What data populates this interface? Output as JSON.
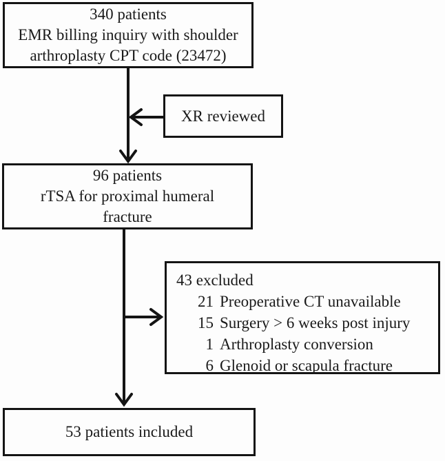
{
  "flowchart": {
    "box_top": {
      "lines": [
        "340 patients",
        "EMR billing inquiry with shoulder",
        "arthroplasty CPT code (23472)"
      ]
    },
    "box_xr": {
      "label": "XR reviewed"
    },
    "box_rtsa": {
      "lines": [
        "96 patients",
        "rTSA for proximal humeral",
        "fracture"
      ]
    },
    "box_excluded": {
      "header": "43 excluded",
      "items": [
        {
          "count": "21",
          "reason": "Preoperative CT unavailable"
        },
        {
          "count": "15",
          "reason": "Surgery > 6 weeks post injury"
        },
        {
          "count": "1",
          "reason": "Arthroplasty conversion"
        },
        {
          "count": "6",
          "reason": "Glenoid or scapula fracture"
        }
      ]
    },
    "box_included": {
      "label": "53 patients included"
    },
    "colors": {
      "line": "#141414",
      "background": "#fdfdfd",
      "text": "#1a1a1a"
    }
  }
}
